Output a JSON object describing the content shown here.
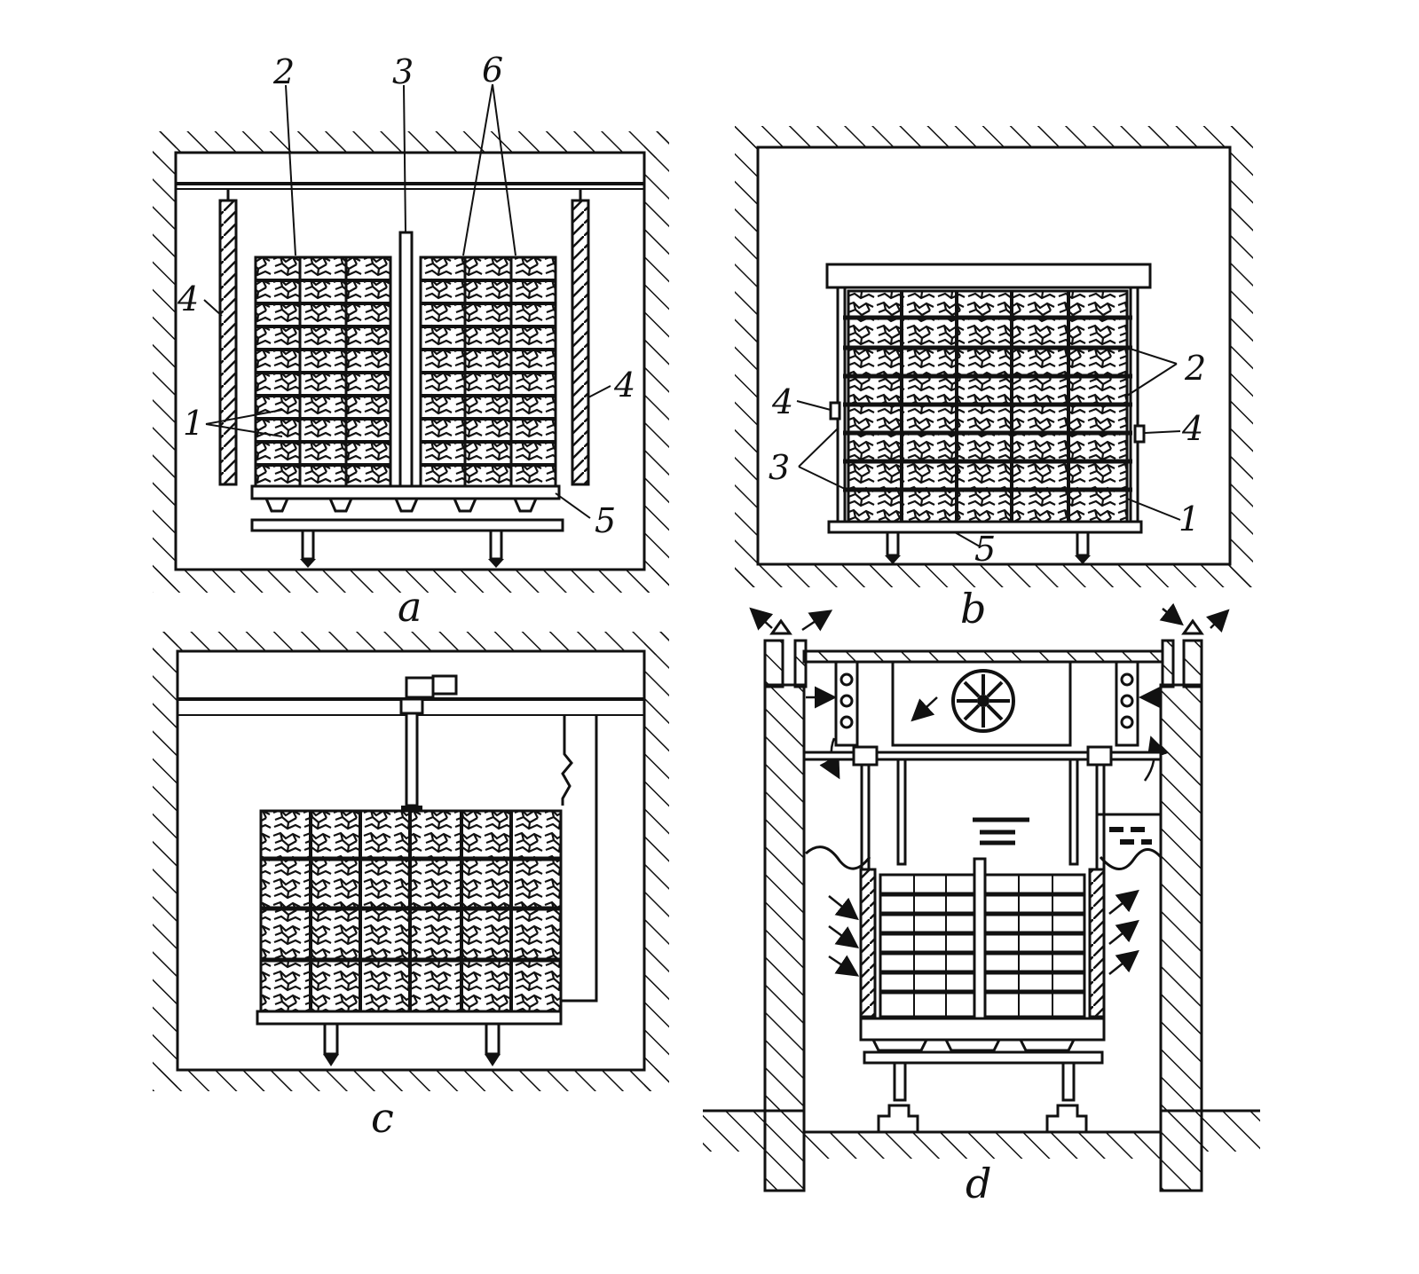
{
  "panels": [
    {
      "id": "a",
      "caption": "a",
      "labels": {
        "l1": "1",
        "l2": "2",
        "l3": "3",
        "l4a": "4",
        "l4b": "4",
        "l5": "5",
        "l6": "6"
      }
    },
    {
      "id": "b",
      "caption": "b",
      "labels": {
        "l1": "1",
        "l2": "2",
        "l3": "3",
        "l4a": "4",
        "l4b": "4",
        "l5": "5"
      }
    },
    {
      "id": "c",
      "caption": "c",
      "labels": {}
    },
    {
      "id": "d",
      "caption": "d",
      "labels": {}
    }
  ],
  "colors": {
    "ink": "#111111",
    "paper": "#ffffff"
  }
}
